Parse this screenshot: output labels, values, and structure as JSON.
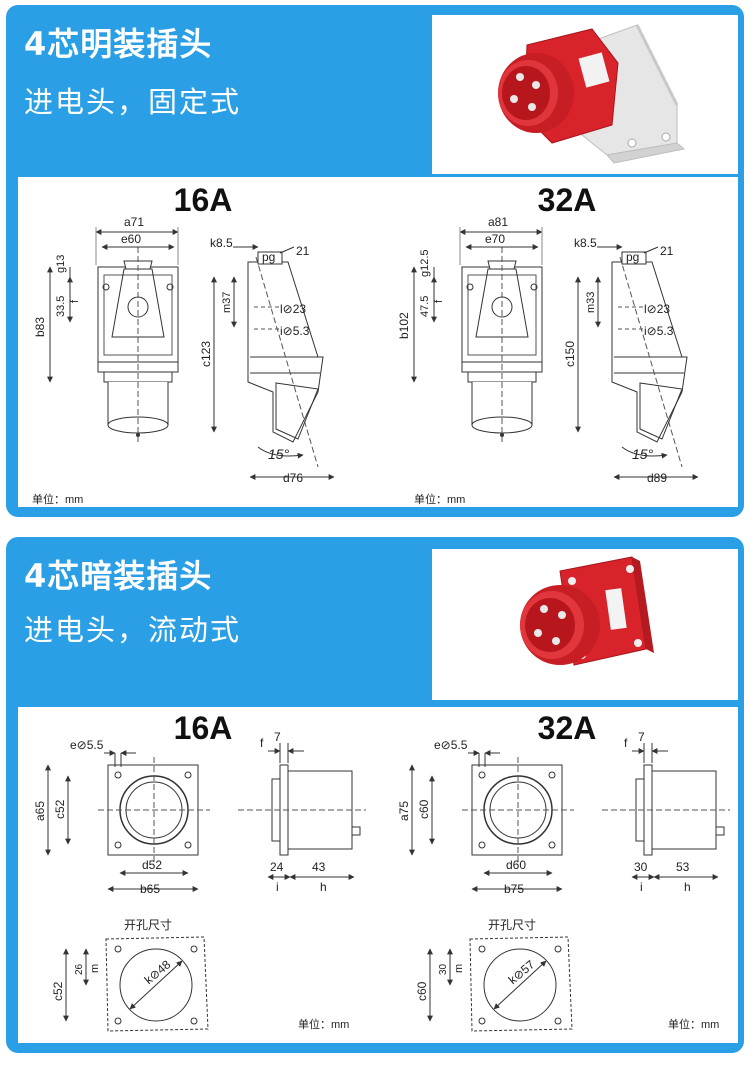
{
  "panel1": {
    "title": "4芯明装插头",
    "subtitle": "进电头，固定式",
    "left": {
      "rating": "16A",
      "a": "a71",
      "e": "e60",
      "g": "g13",
      "f": "33.5",
      "f_letter": "f",
      "b": "b83",
      "k": "k8.5",
      "pg": "pg",
      "pg_val": "21",
      "m": "m37",
      "l": "l⊘23",
      "i": "i⊘5.3",
      "c": "c123",
      "angle": "15°",
      "d": "d76",
      "unit": "单位：mm"
    },
    "right": {
      "rating": "32A",
      "a": "a81",
      "e": "e70",
      "g": "g12.5",
      "f": "47.5",
      "f_letter": "f",
      "b": "b102",
      "k": "k8.5",
      "pg": "pg",
      "pg_val": "21",
      "m": "m33",
      "l": "l⊘23",
      "i": "i⊘5.3",
      "c": "c150",
      "angle": "15°",
      "d": "d89",
      "unit": "单位：mm"
    }
  },
  "panel2": {
    "title": "4芯暗装插头",
    "subtitle": "进电头，流动式",
    "left": {
      "rating": "16A",
      "e": "e⊘5.5",
      "a": "a65",
      "c": "c52",
      "d": "d52",
      "b": "b65",
      "f": "f",
      "f_val": "7",
      "i_val": "24",
      "i": "i",
      "h_val": "43",
      "h": "h",
      "cutout": "开孔尺寸",
      "m_val": "26",
      "m": "m",
      "k": "k⊘48",
      "c2": "c52",
      "unit": "单位：mm"
    },
    "right": {
      "rating": "32A",
      "e": "e⊘5.5",
      "a": "a75",
      "c": "c60",
      "d": "d60",
      "b": "b75",
      "f": "f",
      "f_val": "7",
      "i_val": "30",
      "i": "i",
      "h_val": "53",
      "h": "h",
      "cutout": "开孔尺寸",
      "m_val": "30",
      "m": "m",
      "k": "k⊘57",
      "c2": "c60",
      "unit": "单位：mm"
    }
  },
  "colors": {
    "panel": "#2b9fe6",
    "plug_red": "#d9232b",
    "housing_gray": "#e3e3e3",
    "line": "#333333"
  }
}
